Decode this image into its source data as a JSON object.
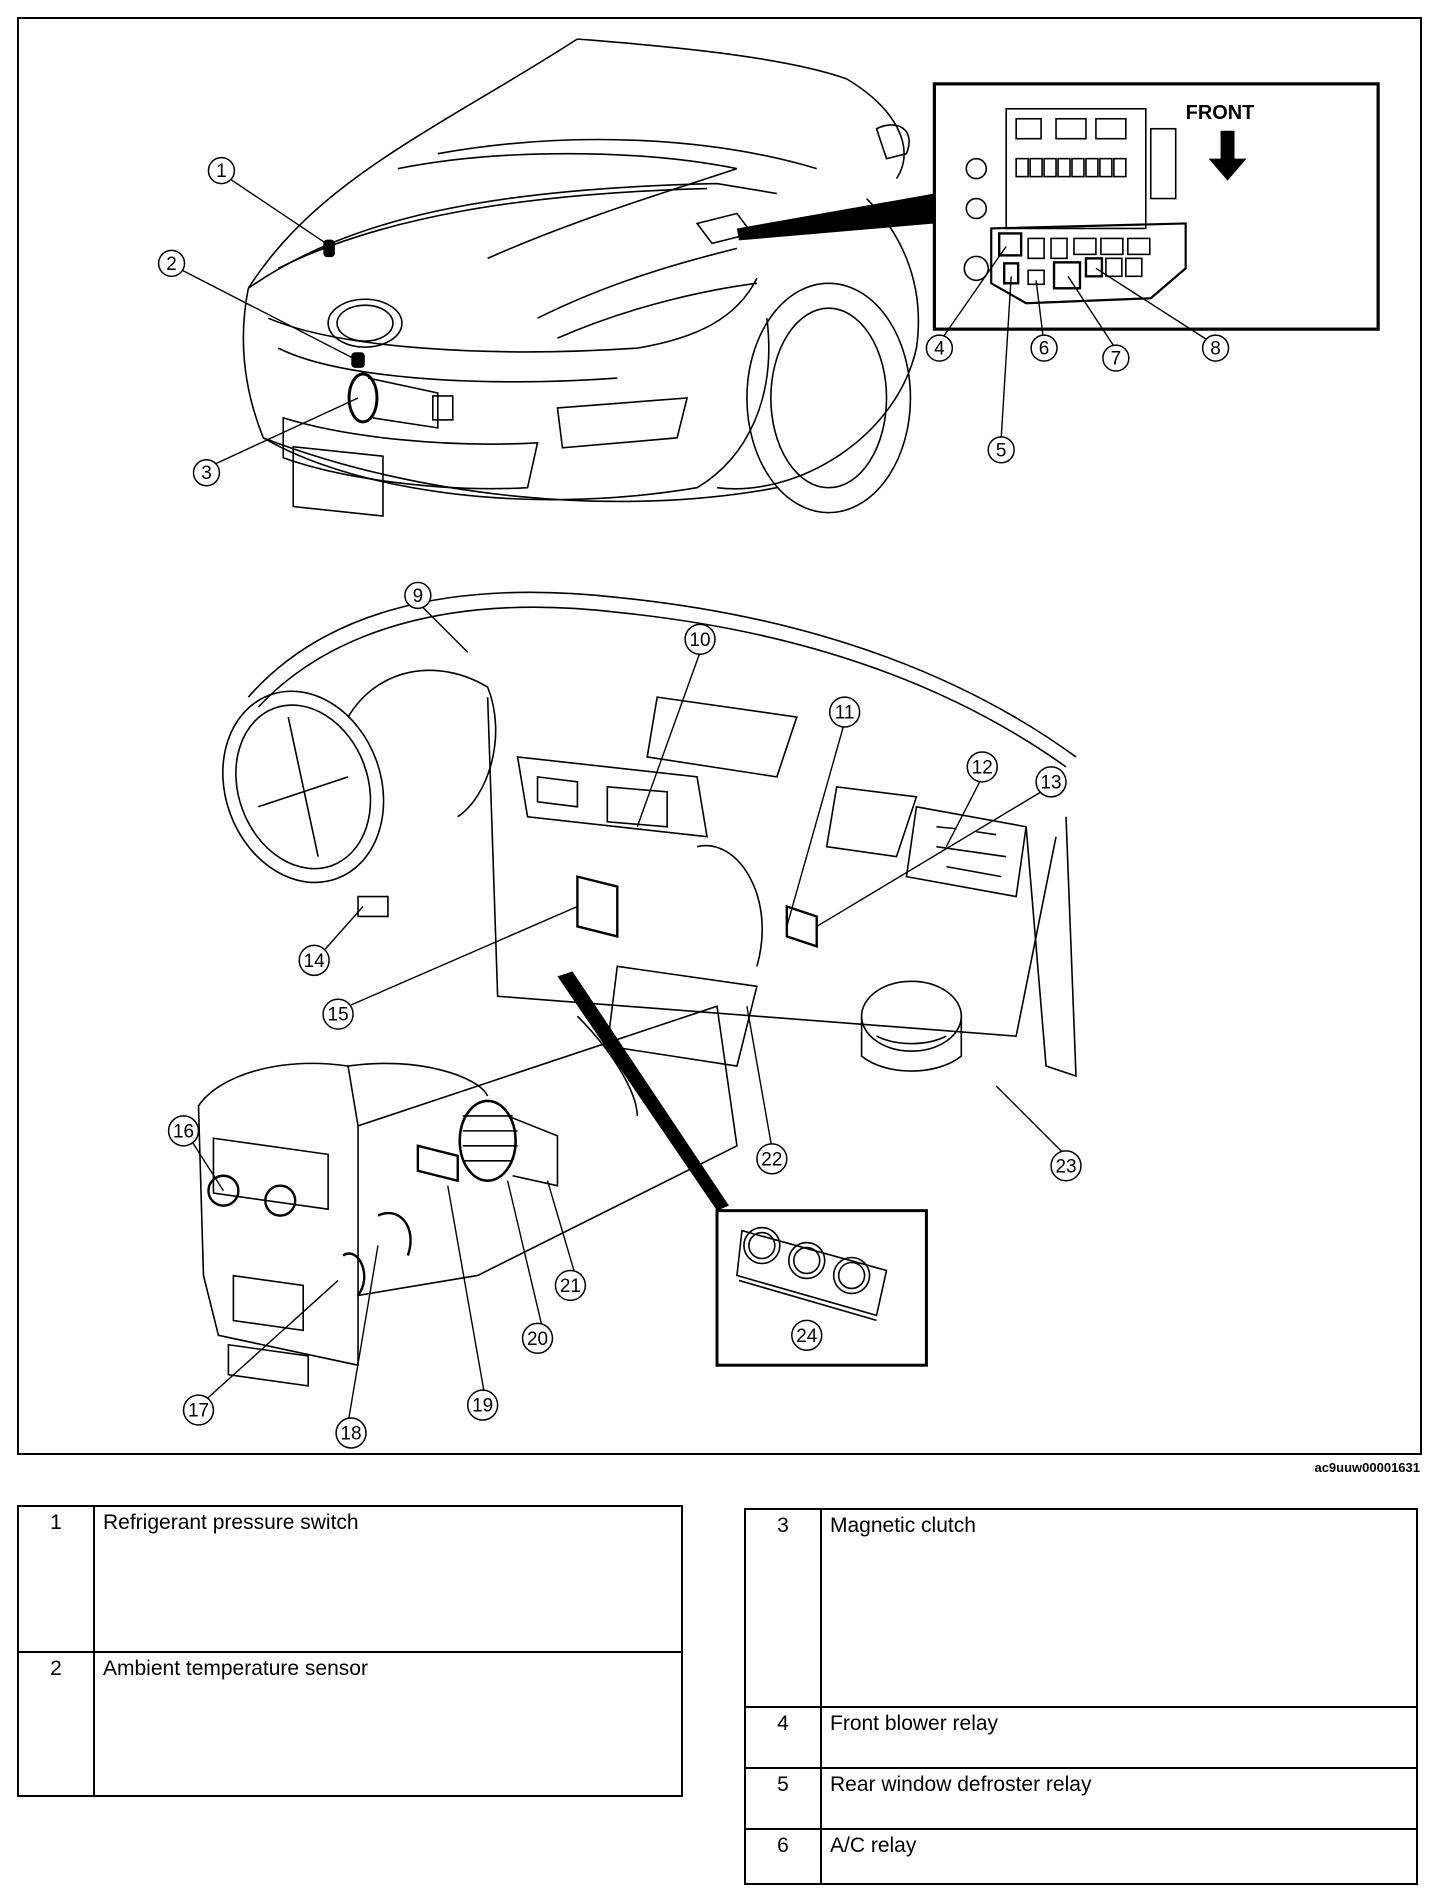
{
  "figure": {
    "inset_label": "FRONT",
    "image_code": "ac9uuw00001631",
    "callouts": [
      "1",
      "2",
      "3",
      "4",
      "5",
      "6",
      "7",
      "8",
      "9",
      "10",
      "11",
      "12",
      "13",
      "14",
      "15",
      "16",
      "17",
      "18",
      "19",
      "20",
      "21",
      "22",
      "23",
      "24"
    ]
  },
  "legend_left": [
    {
      "num": "1",
      "label": "Refrigerant pressure switch"
    },
    {
      "num": "2",
      "label": "Ambient temperature sensor"
    }
  ],
  "legend_right": [
    {
      "num": "3",
      "label": "Magnetic clutch"
    },
    {
      "num": "4",
      "label": "Front blower relay"
    },
    {
      "num": "5",
      "label": "Rear window defroster relay"
    },
    {
      "num": "6",
      "label": "A/C relay"
    }
  ]
}
